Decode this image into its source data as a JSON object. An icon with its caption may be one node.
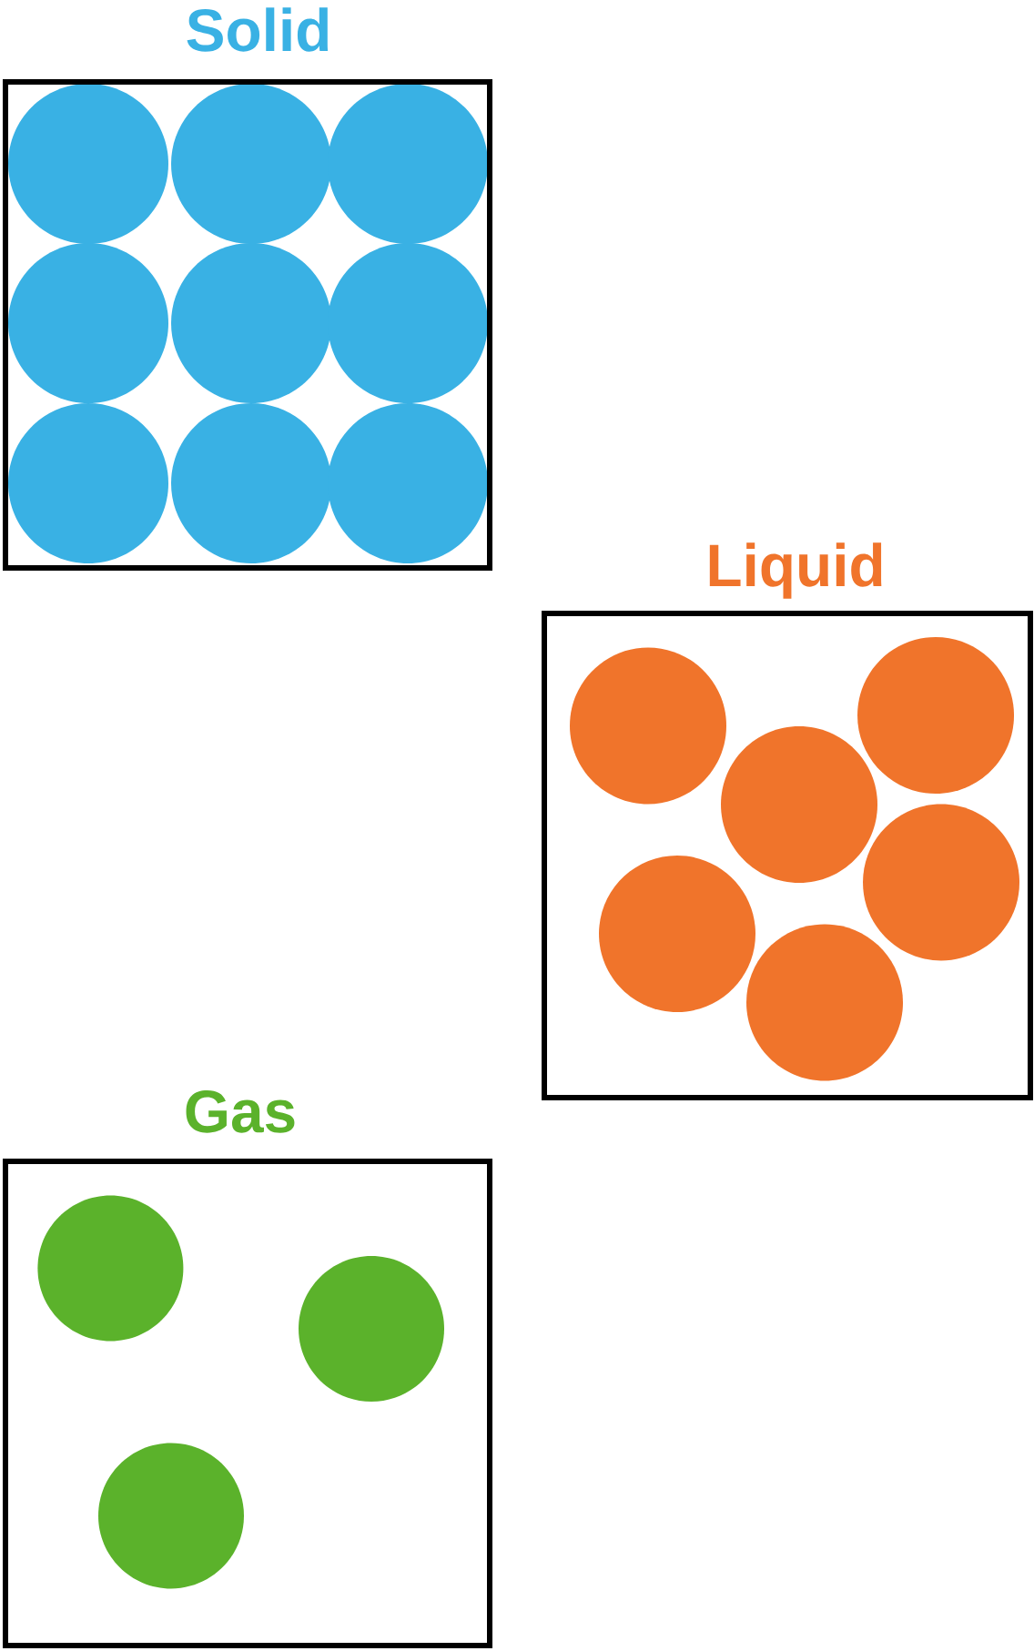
{
  "diagram": {
    "nodes": [
      {
        "text": [
          "Solid"
        ]
      },
      {
        "text": [
          "Liquid"
        ]
      },
      {
        "text": [
          "Gas"
        ]
      }
    ]
  }
}
